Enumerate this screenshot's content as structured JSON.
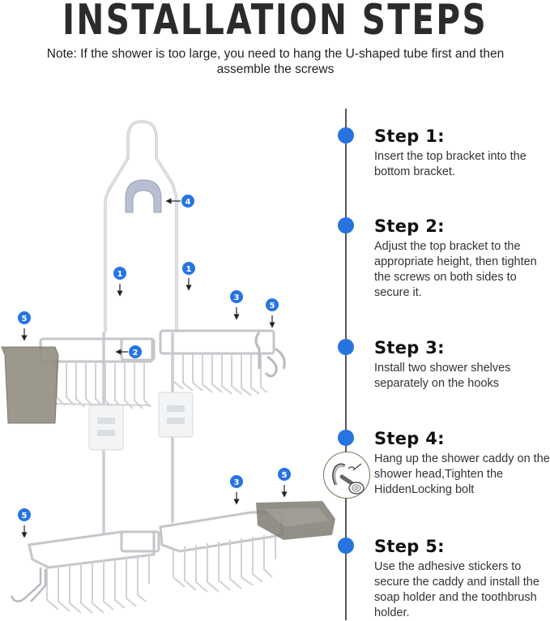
{
  "header": {
    "title": "INSTALLATION STEPS",
    "note": "Note: If the shower is too large, you need to hang the U-shaped tube first and then assemble the screws"
  },
  "colors": {
    "accent_blue": "#2774e0",
    "timeline_line": "#555555",
    "title_text": "#2b2b2b",
    "inset_border": "#6b7a55"
  },
  "illustration": {
    "product": "shower caddy",
    "callouts": [
      "1",
      "1",
      "2",
      "3",
      "3",
      "4",
      "5",
      "5",
      "5",
      "5"
    ]
  },
  "steps": [
    {
      "title": "Step 1:",
      "description": "Insert the top bracket into the bottom bracket."
    },
    {
      "title": "Step 2:",
      "description": "Adjust the top bracket to the appropriate height, then tighten the screws on both sides to secure it."
    },
    {
      "title": "Step 3:",
      "description": "Install two shower shelves separately on the hooks"
    },
    {
      "title": "Step 4:",
      "description": "Hang up the shower caddy on the shower head,Tighten the HiddenLocking bolt",
      "icon": "shower-head-icon"
    },
    {
      "title": "Step 5:",
      "description": "Use the adhesive stickers to secure the caddy and install the soap holder and the toothbrush holder."
    }
  ]
}
